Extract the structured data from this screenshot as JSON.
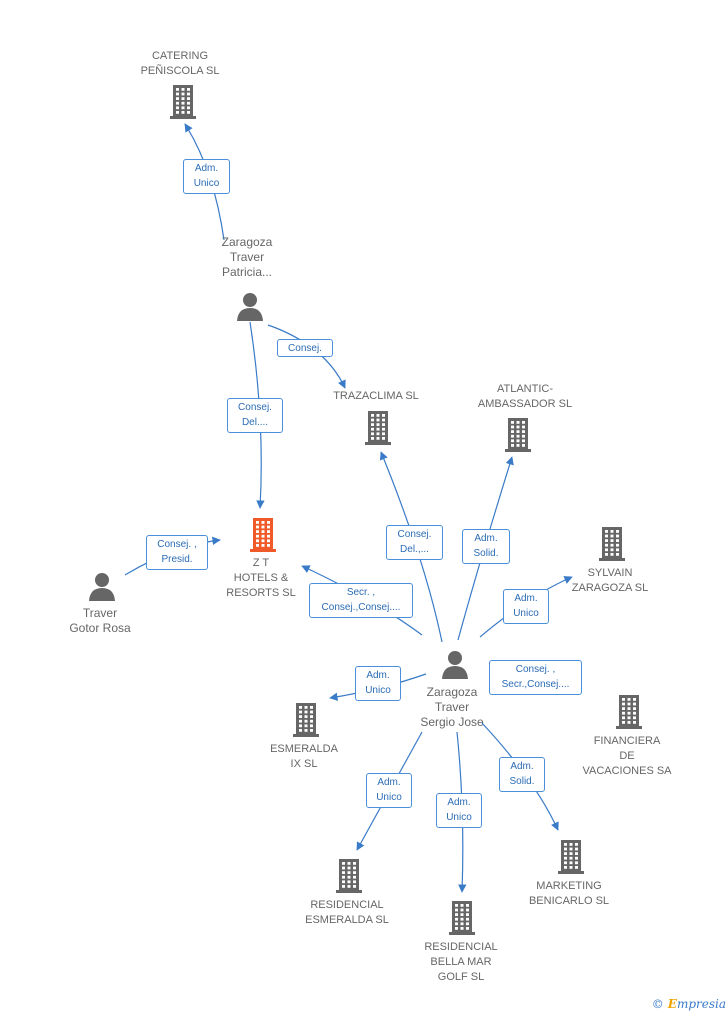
{
  "colors": {
    "edge": "#3a7bc8",
    "node_icon": "#666666",
    "focus_icon": "#f05a28",
    "label_text": "#666666",
    "edge_label_text": "#2b6cb5"
  },
  "companies": [
    {
      "id": "catering",
      "label": "CATERING\nPEÑISCOLA SL",
      "icon": "building-icon"
    },
    {
      "id": "trazaclima",
      "label": "TRAZACLIMA SL",
      "icon": "building-icon"
    },
    {
      "id": "atlantic",
      "label": "ATLANTIC-\nAMBASSADOR SL",
      "icon": "building-icon"
    },
    {
      "id": "zthotels",
      "label": "Z T\nHOTELS &\nRESORTS  SL",
      "icon": "building-icon",
      "focus": true
    },
    {
      "id": "sylvain",
      "label": "SYLVAIN\nZARAGOZA SL",
      "icon": "building-icon"
    },
    {
      "id": "financiera",
      "label": "FINANCIERA\nDE\nVACACIONES SA",
      "icon": "building-icon"
    },
    {
      "id": "esmeralda",
      "label": "ESMERALDA\nIX SL",
      "icon": "building-icon"
    },
    {
      "id": "resesmeralda",
      "label": "RESIDENCIAL\nESMERALDA SL",
      "icon": "building-icon"
    },
    {
      "id": "resbellamar",
      "label": "RESIDENCIAL\nBELLA MAR\nGOLF SL",
      "icon": "building-icon"
    },
    {
      "id": "marketing",
      "label": "MARKETING\nBENICARLO SL",
      "icon": "building-icon"
    }
  ],
  "persons": [
    {
      "id": "patricia",
      "label": "Zaragoza\nTraver\nPatricia...",
      "icon": "person-icon"
    },
    {
      "id": "traver",
      "label": "Traver\nGotor Rosa",
      "icon": "person-icon"
    },
    {
      "id": "sergio",
      "label": "Zaragoza\nTraver\nSergio Jose",
      "icon": "person-icon"
    }
  ],
  "edges": [
    {
      "id": "patricia-catering",
      "label": "Adm.\nUnico"
    },
    {
      "id": "patricia-trazaclima",
      "label": "Consej."
    },
    {
      "id": "patricia-zthotels",
      "label": "Consej.\nDel...."
    },
    {
      "id": "traver-zthotels",
      "label": "Consej. ,\nPresid."
    },
    {
      "id": "sergio-trazaclima",
      "label": "Consej.\nDel.,..."
    },
    {
      "id": "sergio-atlantic",
      "label": "Adm.\nSolid."
    },
    {
      "id": "sergio-zthotels",
      "label": "Secr. ,\nConsej.,Consej...."
    },
    {
      "id": "sergio-sylvain",
      "label": "Adm.\nUnico"
    },
    {
      "id": "sergio-financiera",
      "label": "Consej. ,\nSecr.,Consej...."
    },
    {
      "id": "sergio-esmeralda",
      "label": "Adm.\nUnico"
    },
    {
      "id": "sergio-resesmeralda",
      "label": "Adm.\nUnico"
    },
    {
      "id": "sergio-resbellamar",
      "label": "Adm.\nUnico"
    },
    {
      "id": "sergio-marketing",
      "label": "Adm.\nSolid."
    }
  ],
  "watermark": {
    "copyright": "©",
    "brand_first": "E",
    "brand_rest": "mpresia"
  }
}
